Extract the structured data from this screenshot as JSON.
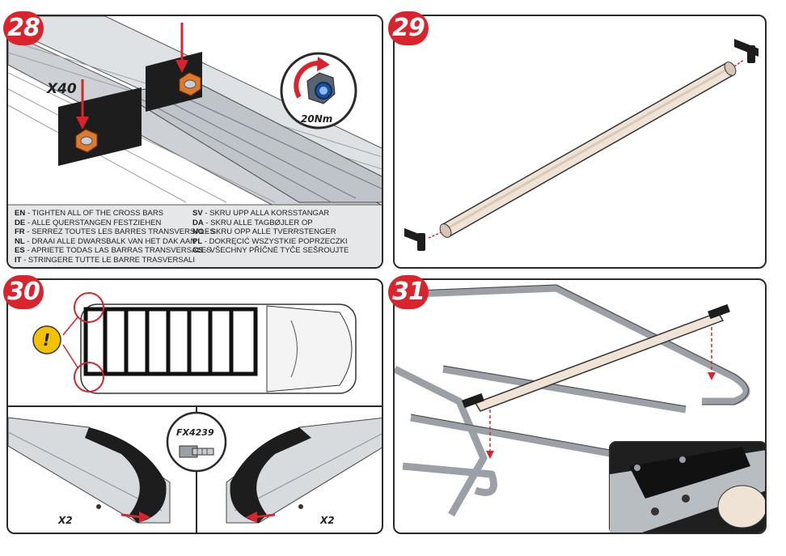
{
  "steps": {
    "s28": {
      "number": "28",
      "quantity_label": "X40",
      "torque_label": "20Nm",
      "instructions": [
        {
          "code": "EN",
          "text": " - TIGHTEN ALL OF THE CROSS BARS"
        },
        {
          "code": "DE",
          "text": " - ALLE QUERSTANGEN FESTZIEHEN"
        },
        {
          "code": "FR",
          "text": " - SERREZ TOUTES LES BARRES TRANSVERSALES"
        },
        {
          "code": "NL",
          "text": " - DRAAI ALLE DWARSBALK VAN HET DAK AAN"
        },
        {
          "code": "ES",
          "text": " - APRIETE TODAS LAS BARRAS TRANSVERSALES"
        },
        {
          "code": "IT",
          "text": " - STRINGERE TUTTE LE BARRE TRASVERSALI"
        },
        {
          "code": "SV",
          "text": " - SKRU UPP ALLA KORSSTANGAR"
        },
        {
          "code": "DA",
          "text": " - SKRU ALLE TAGBØJLER OP"
        },
        {
          "code": "NO",
          "text": " - SKRU OPP ALLE TVERRSTENGER"
        },
        {
          "code": "PL",
          "text": " - DOKRĘCIĆ WSZYSTKIE POPRZECZKI"
        },
        {
          "code": "CS",
          "text": " - VŠECHNY PŘÍČNÉ TYČE SEŠROUJTE"
        }
      ]
    },
    "s29": {
      "number": "29"
    },
    "s30": {
      "number": "30",
      "warning_symbol": "!",
      "part_code": "FX4239",
      "left_qty": "X2",
      "right_qty": "X2"
    },
    "s31": {
      "number": "31"
    }
  },
  "colors": {
    "accent_red": "#d9232d",
    "warning_yellow": "#f2c200",
    "nut_orange": "#e07a2a",
    "rail_grey": "#c9cdd2",
    "dark": "#2a2a2a"
  },
  "icons": [
    "arrow-down-icon",
    "rotate-arrow-icon",
    "warning-icon",
    "bolt-icon"
  ]
}
